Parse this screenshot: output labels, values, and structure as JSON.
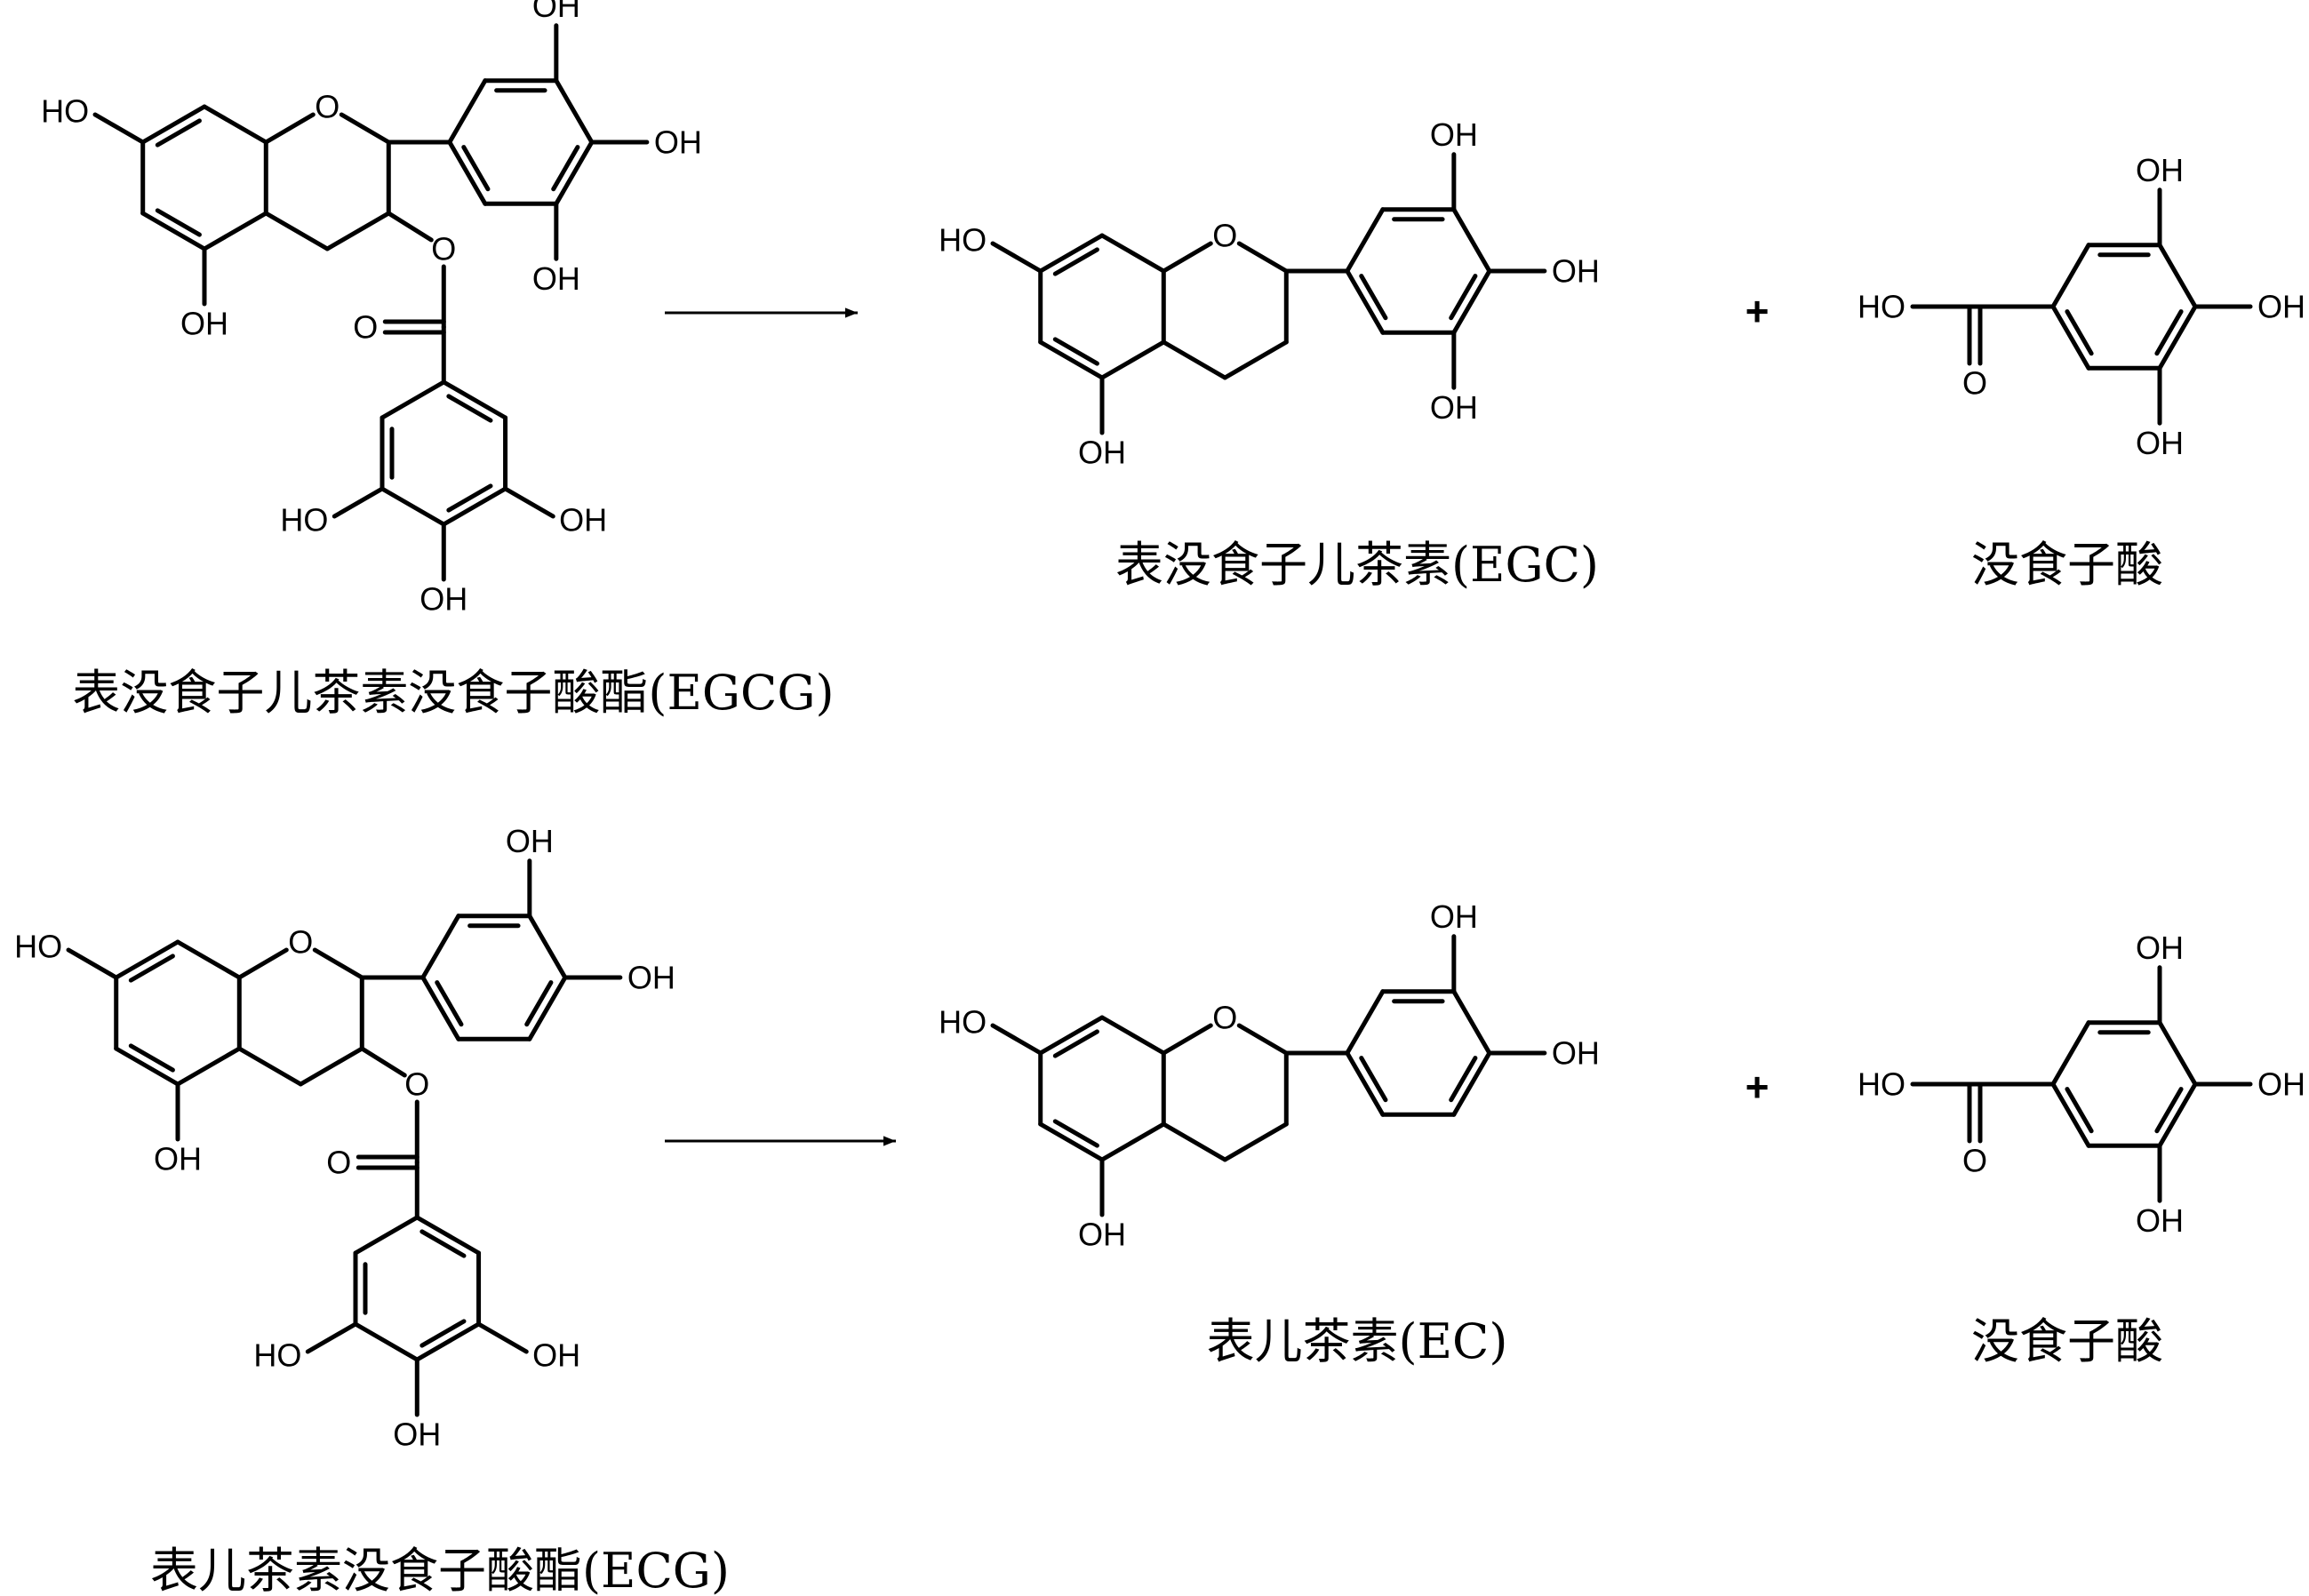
{
  "atom_labels": {
    "oh": "OH",
    "ho": "HO",
    "o": "O"
  },
  "reactions": [
    {
      "reactant": {
        "name": "表没食子儿茶素没食子酸酯(EGCG)"
      },
      "product": {
        "name": "表没食子儿茶素(EGC)"
      },
      "coproduct": {
        "name": "没食子酸"
      },
      "plus": "+"
    },
    {
      "reactant": {
        "name": "表儿茶素没食子酸酯(ECG)"
      },
      "product": {
        "name": "表儿茶素(EC)"
      },
      "coproduct": {
        "name": "没食子酸"
      },
      "plus": "+"
    }
  ]
}
